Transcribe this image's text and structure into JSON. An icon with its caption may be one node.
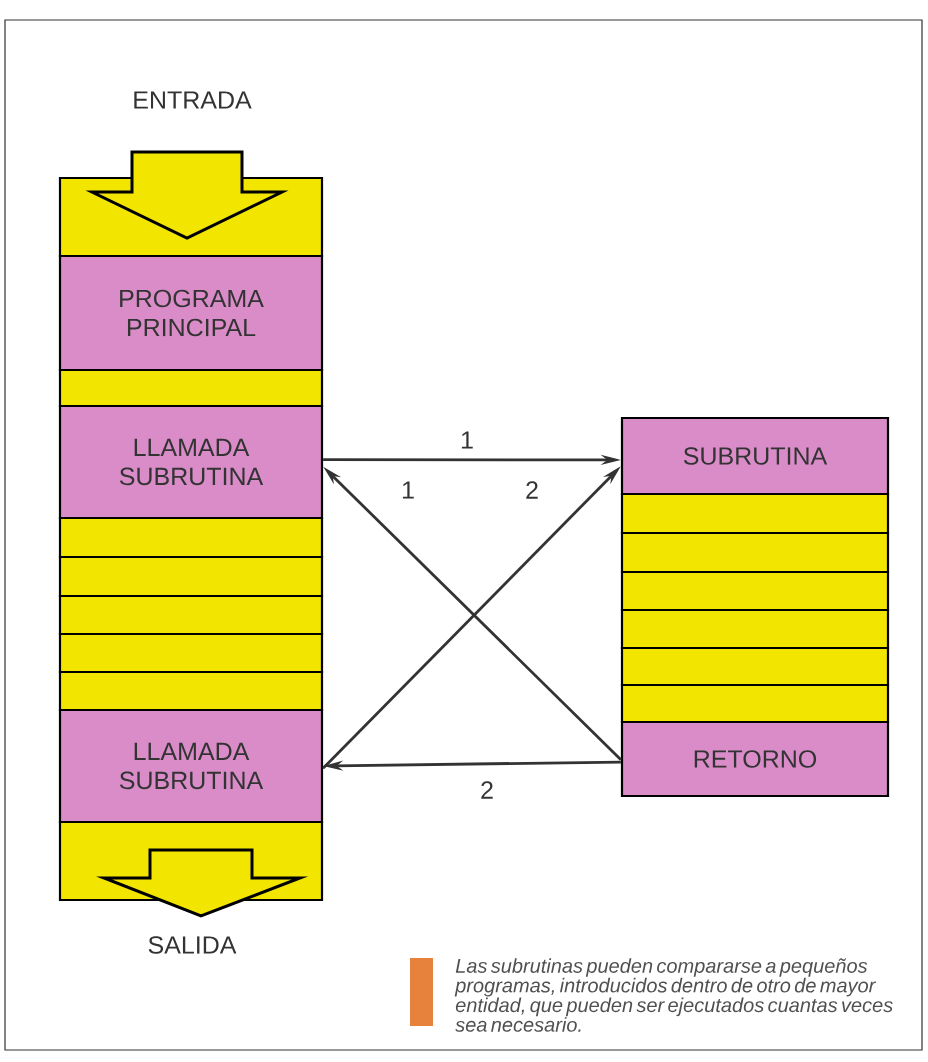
{
  "diagram": {
    "caption": "Las subrutinas pueden compararse a pequeños programas, introducidos dentro de otro de mayor entidad, que pueden ser ejecutados cuantas veces sea necesario.",
    "nodes": [
      {
        "text": [],
        "shape": "bar"
      },
      {
        "text": [
          "PROGRAMA PRINCIPAL"
        ]
      },
      {
        "text": [],
        "shape": "bar"
      },
      {
        "text": [
          "LLAMADA SUBRUTINA"
        ]
      },
      {
        "text": [],
        "shape": "bar"
      },
      {
        "text": [],
        "shape": "bar"
      },
      {
        "text": [],
        "shape": "bar"
      },
      {
        "text": [],
        "shape": "bar"
      },
      {
        "text": [],
        "shape": "bar"
      },
      {
        "text": [
          "LLAMADA SUBRUTINA"
        ]
      },
      {
        "text": [],
        "shape": "bar"
      },
      {
        "text": [
          "SUBRUTINA"
        ]
      },
      {
        "text": [],
        "shape": "bar"
      },
      {
        "text": [],
        "shape": "bar"
      },
      {
        "text": [],
        "shape": "bar"
      },
      {
        "text": [],
        "shape": "bar"
      },
      {
        "text": [],
        "shape": "bar"
      },
      {
        "text": [],
        "shape": "bar"
      },
      {
        "text": [
          "RETORNO"
        ]
      }
    ],
    "edges": [
      {
        "from": 3,
        "to": 11,
        "arrow": "to",
        "label": "1"
      },
      {
        "from": 18,
        "to": 3,
        "arrow": "to",
        "label": "1"
      },
      {
        "from": 9,
        "to": 11,
        "arrow": "to",
        "label": "2"
      },
      {
        "from": 18,
        "to": 9,
        "arrow": "to",
        "label": "2"
      }
    ],
    "labels": [
      "ENTRADA",
      "SALIDA"
    ]
  }
}
